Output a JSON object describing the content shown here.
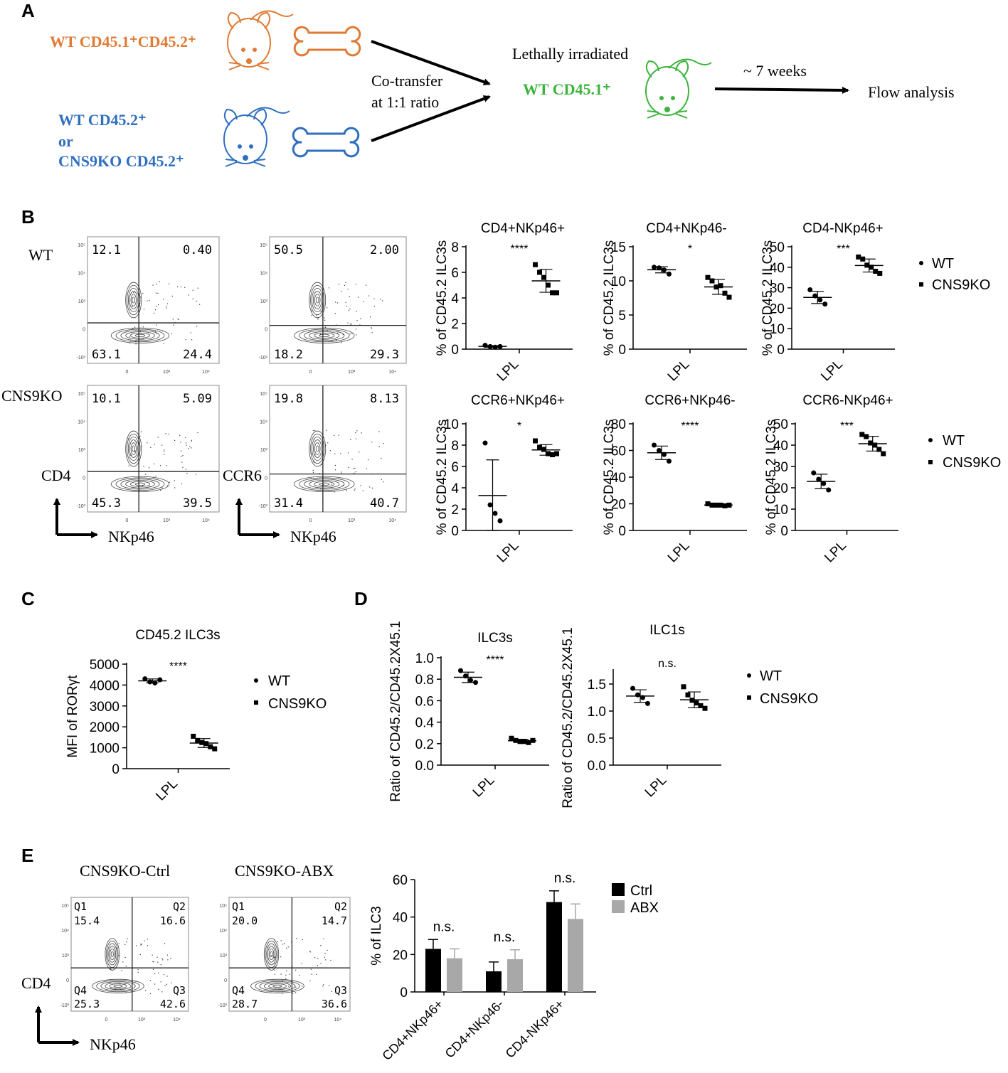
{
  "panel_letters": [
    "A",
    "B",
    "C",
    "D",
    "E"
  ],
  "panelA": {
    "donor1": "WT CD45.1⁺CD45.2⁺",
    "donor2_line1": "WT CD45.2⁺",
    "donor2_line2": "or",
    "donor2_line3": "CNS9KO CD45.2⁺",
    "cotransfer_line1": "Co-transfer",
    "cotransfer_line2": "at 1:1 ratio",
    "recipient_title": "Lethally irradiated",
    "recipient": "WT CD45.1⁺",
    "duration": "~ 7 weeks",
    "endpoint": "Flow analysis",
    "colors": {
      "orange": "#e07a35",
      "blue": "#2f6fc0",
      "green": "#3cb43c"
    }
  },
  "panelB": {
    "row_labels": [
      "WT",
      "CNS9KO"
    ],
    "flow_plots": [
      {
        "row": "WT",
        "y_marker": "CD4",
        "q": [
          "12.1",
          "0.40",
          "63.1",
          "24.4"
        ]
      },
      {
        "row": "WT",
        "y_marker": "CCR6",
        "q": [
          "50.5",
          "2.00",
          "18.2",
          "29.3"
        ]
      },
      {
        "row": "CNS9KO",
        "y_marker": "CD4",
        "q": [
          "10.1",
          "5.09",
          "45.3",
          "39.5"
        ]
      },
      {
        "row": "CNS9KO",
        "y_marker": "CCR6",
        "q": [
          "19.8",
          "8.13",
          "31.4",
          "40.7"
        ]
      }
    ],
    "axis_y1": "CD4",
    "axis_y2": "CCR6",
    "axis_x": "NKp46",
    "legend": [
      "WT",
      "CNS9KO"
    ]
  },
  "panelE_flow": {
    "titles": [
      "CNS9KO-Ctrl",
      "CNS9KO-ABX"
    ],
    "plots": [
      {
        "q_names": [
          "Q1",
          "Q2",
          "Q4",
          "Q3"
        ],
        "q": [
          "15.4",
          "16.6",
          "25.3",
          "42.6"
        ]
      },
      {
        "q_names": [
          "Q1",
          "Q2",
          "Q4",
          "Q3"
        ],
        "q": [
          "20.0",
          "14.7",
          "28.7",
          "36.6"
        ]
      }
    ],
    "axis_y": "CD4",
    "axis_x": "NKp46"
  },
  "chart_data": [
    {
      "id": "B1",
      "type": "scatter",
      "title": "CD4+NKp46+",
      "ylabel": "% of CD45.2 ILC3s",
      "xlabel": "LPL",
      "ylim": [
        0,
        8
      ],
      "yticks": [
        "0",
        "2",
        "4",
        "6",
        "8"
      ],
      "sig": "****",
      "series": [
        {
          "name": "WT",
          "values": [
            0.3,
            0.2,
            0.15,
            0.2
          ]
        },
        {
          "name": "CNS9KO",
          "values": [
            6.6,
            6.0,
            5.6,
            5.0,
            4.4,
            4.4
          ]
        }
      ]
    },
    {
      "id": "B2",
      "type": "scatter",
      "title": "CD4+NKp46-",
      "ylabel": "% of CD45.2 ILC3s",
      "xlabel": "LPL",
      "ylim": [
        0,
        15
      ],
      "yticks": [
        "0",
        "5",
        "10",
        "15"
      ],
      "sig": "*",
      "series": [
        {
          "name": "WT",
          "values": [
            12.0,
            11.9,
            11.6,
            11.0
          ]
        },
        {
          "name": "CNS9KO",
          "values": [
            10.5,
            10.0,
            9.1,
            9.3,
            8.2,
            7.6
          ]
        }
      ]
    },
    {
      "id": "B3",
      "type": "scatter",
      "title": "CD4-NKp46+",
      "ylabel": "% of CD45.2 ILC3s",
      "xlabel": "LPL",
      "ylim": [
        0,
        50
      ],
      "yticks": [
        "0",
        "10",
        "20",
        "30",
        "40",
        "50"
      ],
      "sig": "***",
      "series": [
        {
          "name": "WT",
          "values": [
            29,
            26,
            24,
            22
          ]
        },
        {
          "name": "CNS9KO",
          "values": [
            45,
            44,
            41,
            40,
            38,
            37
          ]
        }
      ]
    },
    {
      "id": "B4",
      "type": "scatter",
      "title": "CCR6+NKp46+",
      "ylabel": "% of CD45.2 ILC3s",
      "xlabel": "LPL",
      "ylim": [
        0,
        10
      ],
      "yticks": [
        "0",
        "2",
        "4",
        "6",
        "8",
        "10"
      ],
      "sig": "*",
      "series": [
        {
          "name": "WT",
          "values": [
            8.2,
            2.4,
            1.6,
            0.9
          ]
        },
        {
          "name": "CNS9KO",
          "values": [
            8.4,
            7.8,
            7.6,
            7.2,
            7.1,
            7.2
          ]
        }
      ]
    },
    {
      "id": "B5",
      "type": "scatter",
      "title": "CCR6+NKp46-",
      "ylabel": "% of CD45.2 ILC3s",
      "xlabel": "LPL",
      "ylim": [
        0,
        80
      ],
      "yticks": [
        "0",
        "20",
        "40",
        "60",
        "80"
      ],
      "sig": "****",
      "series": [
        {
          "name": "WT",
          "values": [
            64,
            60,
            57,
            52
          ]
        },
        {
          "name": "CNS9KO",
          "values": [
            20,
            19,
            19,
            19,
            18.5,
            19
          ]
        }
      ]
    },
    {
      "id": "B6",
      "type": "scatter",
      "title": "CCR6-NKp46+",
      "ylabel": "% of CD45.2 ILC3s",
      "xlabel": "LPL",
      "ylim": [
        0,
        50
      ],
      "yticks": [
        "0",
        "10",
        "20",
        "30",
        "40",
        "50"
      ],
      "sig": "***",
      "series": [
        {
          "name": "WT",
          "values": [
            27,
            24,
            22,
            19
          ]
        },
        {
          "name": "CNS9KO",
          "values": [
            45,
            44,
            41,
            40,
            38,
            36
          ]
        }
      ]
    },
    {
      "id": "C",
      "type": "scatter",
      "title": "CD45.2 ILC3s",
      "ylabel": "MFI of RORγt",
      "xlabel": "LPL",
      "ylim": [
        0,
        5000
      ],
      "yticks": [
        "0",
        "1000",
        "2000",
        "3000",
        "4000",
        "5000"
      ],
      "sig": "****",
      "series": [
        {
          "name": "WT",
          "values": [
            4300,
            4150,
            4100,
            4250
          ]
        },
        {
          "name": "CNS9KO",
          "values": [
            1550,
            1350,
            1250,
            1200,
            1050,
            950
          ]
        }
      ]
    },
    {
      "id": "D1",
      "type": "scatter",
      "title": "ILC3s",
      "ylabel": "Ratio of CD45.2/CD45.2X45.1",
      "xlabel": "LPL",
      "ylim": [
        0,
        1.0
      ],
      "yticks": [
        "0.0",
        "0.2",
        "0.4",
        "0.6",
        "0.8",
        "1.0"
      ],
      "sig": "****",
      "series": [
        {
          "name": "WT",
          "values": [
            0.88,
            0.83,
            0.79,
            0.77
          ]
        },
        {
          "name": "CNS9KO",
          "values": [
            0.25,
            0.23,
            0.22,
            0.22,
            0.21,
            0.23
          ]
        }
      ]
    },
    {
      "id": "D2",
      "type": "scatter",
      "title": "ILC1s",
      "ylabel": "Ratio of CD45.2/CD45.2X45.1",
      "xlabel": "LPL",
      "ylim": [
        0,
        1.75
      ],
      "yticks": [
        "0.0",
        "0.5",
        "1.0",
        "1.5"
      ],
      "sig": "n.s.",
      "series": [
        {
          "name": "WT",
          "values": [
            1.42,
            1.3,
            1.25,
            1.14
          ]
        },
        {
          "name": "CNS9KO",
          "values": [
            1.45,
            1.3,
            1.2,
            1.15,
            1.1,
            1.05
          ]
        }
      ]
    },
    {
      "id": "E",
      "type": "bar",
      "categories": [
        "CD4+NKp46+",
        "CD4+NKp46-",
        "CD4-NKp46+"
      ],
      "ylabel": "% of ILC3",
      "ylim": [
        0,
        60
      ],
      "yticks": [
        "0",
        "20",
        "40",
        "60"
      ],
      "sig": [
        "n.s.",
        "n.s.",
        "n.s."
      ],
      "series": [
        {
          "name": "Ctrl",
          "color": "#000000",
          "values": [
            23,
            11,
            48
          ],
          "errors": [
            5,
            5,
            6
          ]
        },
        {
          "name": "ABX",
          "color": "#a8a8a8",
          "values": [
            18,
            17.5,
            39
          ],
          "errors": [
            5,
            5,
            8
          ]
        }
      ]
    }
  ]
}
